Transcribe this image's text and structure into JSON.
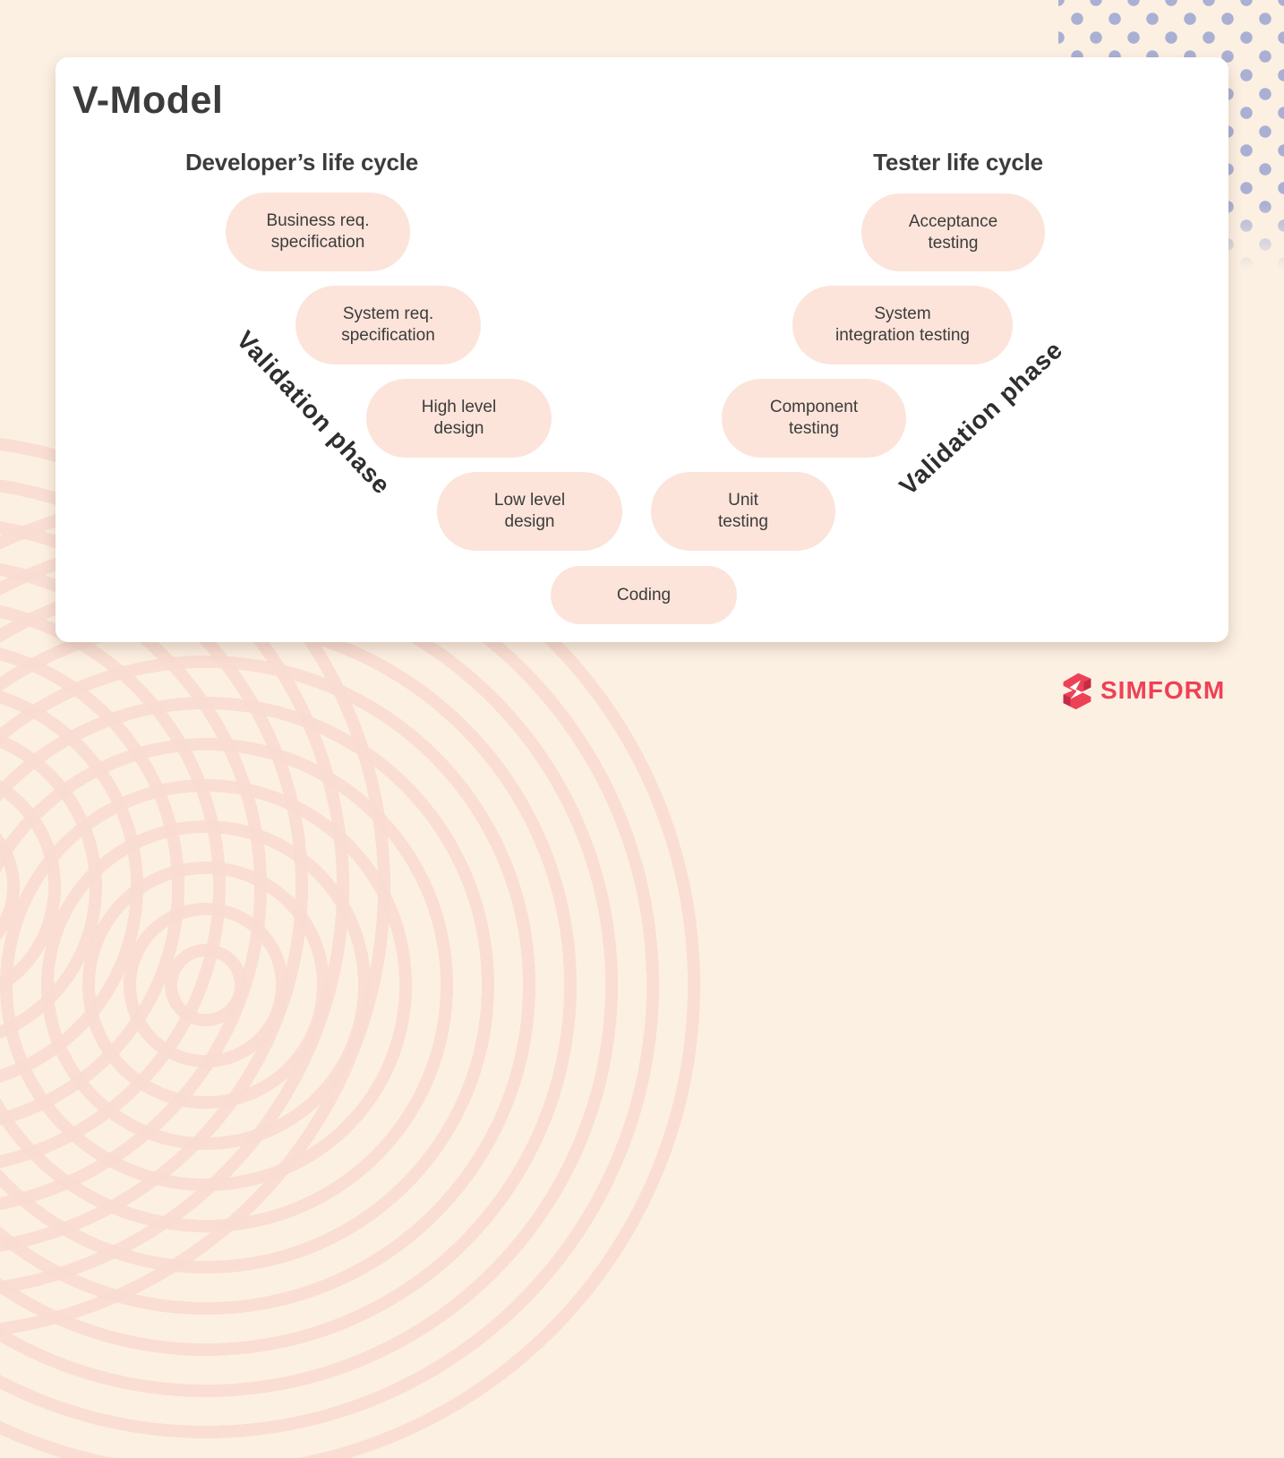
{
  "title": "V-Model",
  "diagram": {
    "developer_heading": "Developer’s life cycle",
    "tester_heading": "Tester life cycle",
    "left_phase_label": "Validation phase",
    "right_phase_label": "Validation phase",
    "developer_steps": [
      {
        "label": "Business req.\nspecification"
      },
      {
        "label": "System req.\nspecification"
      },
      {
        "label": "High level\ndesign"
      },
      {
        "label": "Low level\ndesign"
      }
    ],
    "tester_steps": [
      {
        "label": "Acceptance\ntesting"
      },
      {
        "label": "System\nintegration testing"
      },
      {
        "label": "Component\ntesting"
      },
      {
        "label": "Unit\ntesting"
      }
    ],
    "bottom_step": {
      "label": "Coding"
    }
  },
  "branding": {
    "logo_text": "SIMFORM"
  },
  "colors": {
    "background": "#fcf0e2",
    "card": "#ffffff",
    "pill": "#fce4da",
    "text": "#3c3c3c",
    "dots": "#aab0d4",
    "rings": "#f9dbd2",
    "brand_red": "#ee4156"
  }
}
